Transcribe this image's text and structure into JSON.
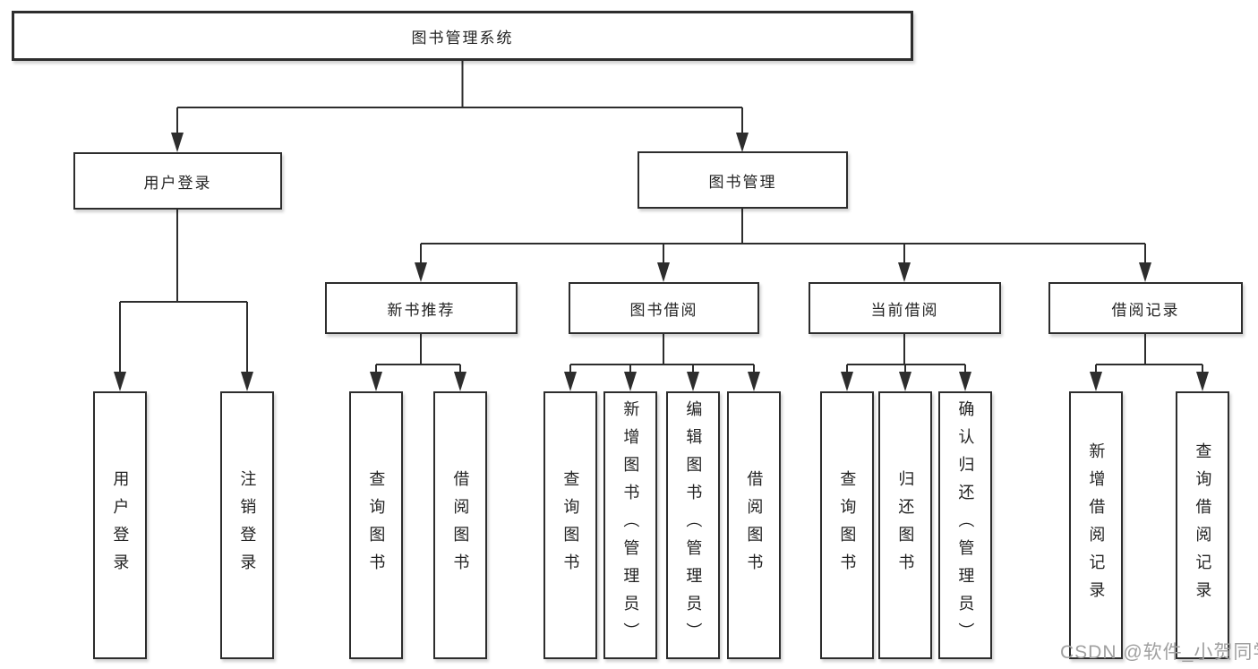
{
  "diagram": {
    "root": {
      "label": "图书管理系统"
    },
    "branches": [
      {
        "label": "用户登录",
        "children": [
          {
            "label": "用户登录"
          },
          {
            "label": "注销登录"
          }
        ]
      },
      {
        "label": "图书管理",
        "children": [
          {
            "label": "新书推荐",
            "children": [
              {
                "label": "查询图书"
              },
              {
                "label": "借阅图书"
              }
            ]
          },
          {
            "label": "图书借阅",
            "children": [
              {
                "label": "查询图书"
              },
              {
                "label": "新增图书（管理员）"
              },
              {
                "label": "编辑图书（管理员）"
              },
              {
                "label": "借阅图书"
              }
            ]
          },
          {
            "label": "当前借阅",
            "children": [
              {
                "label": "查询图书"
              },
              {
                "label": "归还图书"
              },
              {
                "label": "确认归还（管理员）"
              }
            ]
          },
          {
            "label": "借阅记录",
            "children": [
              {
                "label": "新增借阅记录"
              },
              {
                "label": "查询借阅记录"
              }
            ]
          }
        ]
      }
    ]
  },
  "watermark": {
    "text": "CSDN @软件_小贺同学"
  },
  "colors": {
    "line": "#2d2d2d",
    "box_border": "#2d2d2d",
    "background": "#ffffff",
    "text": "#232323",
    "watermark": "#a0a0a0"
  }
}
